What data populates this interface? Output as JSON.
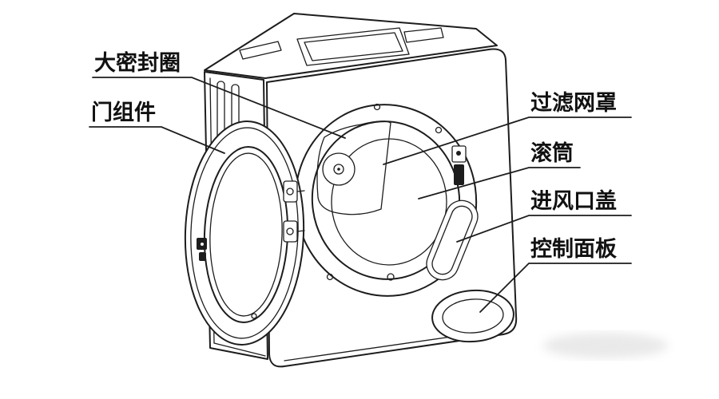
{
  "diagram": {
    "background": "#ffffff",
    "line_color": "#1d1d1d",
    "text_color": "#111111",
    "labels": [
      {
        "id": "big-seal-ring",
        "text": "大密封圈"
      },
      {
        "id": "door-assembly",
        "text": "门组件"
      },
      {
        "id": "filter-mesh-cover",
        "text": "过滤网罩"
      },
      {
        "id": "drum",
        "text": "滚筒"
      },
      {
        "id": "air-inlet-cover",
        "text": "进风口盖"
      },
      {
        "id": "control-panel",
        "text": "控制面板"
      }
    ]
  }
}
